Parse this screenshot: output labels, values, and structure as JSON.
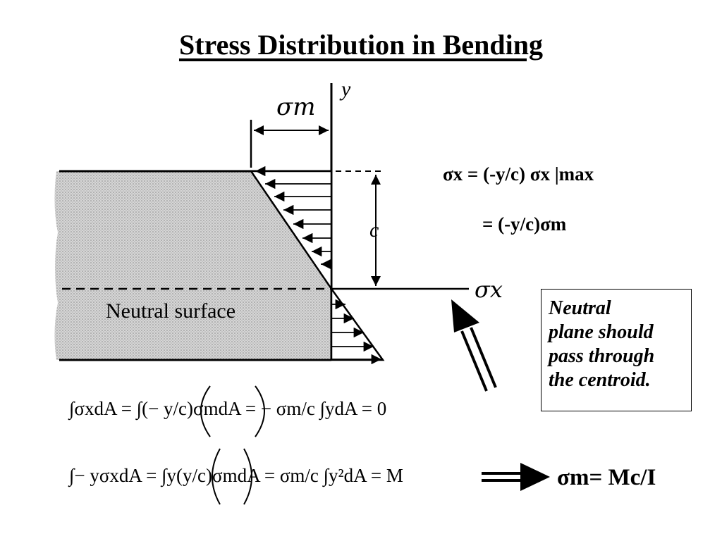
{
  "title": "Stress Distribution in Bending",
  "diagram": {
    "neutral_surface_label": "Neutral surface",
    "axis_y_label": "y",
    "axis_x_label": "σx",
    "top_width_label": "σm",
    "height_label": "c"
  },
  "equations": {
    "line1_lhs": "σx = (-y/c) σx |max",
    "line2_lhs": "= (-y/c)σm"
  },
  "note": {
    "lines": [
      "Neutral",
      "plane should",
      "pass through",
      "the centroid."
    ]
  },
  "formulas": {
    "integral1": "∫σxdA = ∫(− y/c)σmdA = − σm/c ∫ydA = 0",
    "integral2": "∫− yσxdA = ∫y(y/c)σmdA = σm/c ∫y²dA = M"
  },
  "result": "σm= Mc/I",
  "colors": {
    "fill_gray": "#cfcfcf",
    "stroke": "#000000"
  }
}
